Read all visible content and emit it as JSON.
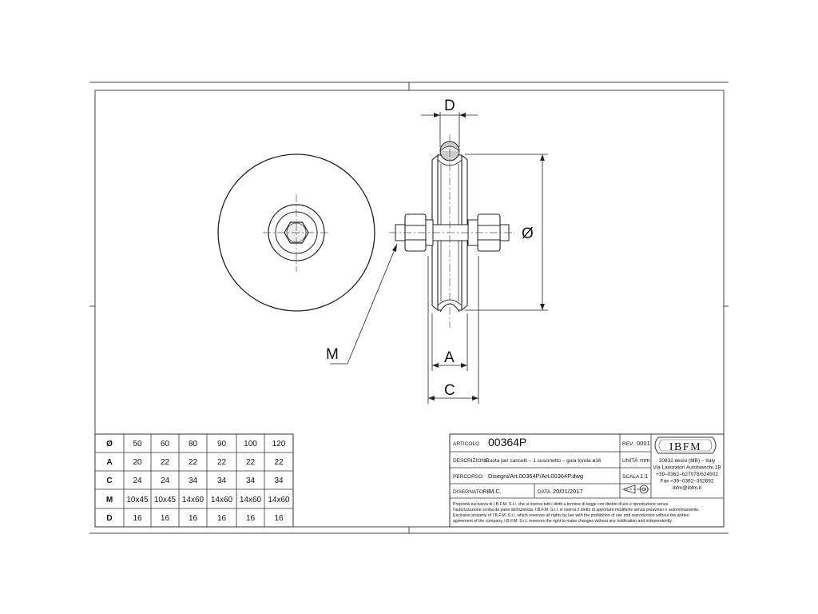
{
  "dimension_labels": {
    "d": "D",
    "diameter": "Ø",
    "a": "A",
    "c": "C",
    "m": "M"
  },
  "size_table": {
    "rows": [
      {
        "header": "Ø",
        "values": [
          "50",
          "60",
          "80",
          "90",
          "100",
          "120"
        ]
      },
      {
        "header": "A",
        "values": [
          "20",
          "22",
          "22",
          "22",
          "22",
          "22"
        ]
      },
      {
        "header": "C",
        "values": [
          "24",
          "24",
          "34",
          "34",
          "34",
          "34"
        ]
      },
      {
        "header": "M",
        "values": [
          "10x45",
          "10x45",
          "14x60",
          "14x60",
          "14x60",
          "14x60"
        ]
      },
      {
        "header": "D",
        "values": [
          "16",
          "16",
          "16",
          "16",
          "16",
          "16"
        ]
      }
    ]
  },
  "title_block": {
    "articolo_label": "ARTICOLO",
    "articolo_value": "00364P",
    "rev_label": "REV.",
    "rev_value": "0001",
    "descrizione_label": "DESCRIZIONE",
    "descrizione_value": "Ruota per cancelli – 1 cuscinetto – gola tonda ø16",
    "unita_label": "UNITÀ",
    "unita_value": "mm",
    "percorso_label": "PERCORSO",
    "percorso_value": "Disegni/Art.00364P/Art.00364P.dwg",
    "scala_label": "SCALA",
    "scala_value": "1:1",
    "disegnatore_label": "DISEGNATORE",
    "disegnatore_value": "M.C.",
    "data_label": "DATA",
    "data_value": "20/01/2017",
    "logo_text": "IBFM",
    "address_lines": [
      "20832 desio (MB) – Italy",
      "Via Lavoratori Autobianchi,1B",
      "+39–0362–627078/624502",
      "Fax +39–0362–302692",
      "ibfm@ibfm.it"
    ],
    "notice_lines": [
      "Proprietà esclusiva di I.B.F.M. S.r.l. che si riserva tutti i diritti a termine di legge con divieto d'uso e riproduzione senza",
      "l'autorizzazione scritta da parte dell'azienda. I.B.F.M. S.r.l. si riserva il diritto di apportare modifiche senza preavviso e autonomamente.",
      "Exclusive property of I.B.F.M. S.r.l. which reserves all rights by law with the prohibition of use and reproduction without the written",
      "agreement of the company. I.B.F.M. S.r.l. reserves the right to make changes without any notification and independently."
    ]
  }
}
